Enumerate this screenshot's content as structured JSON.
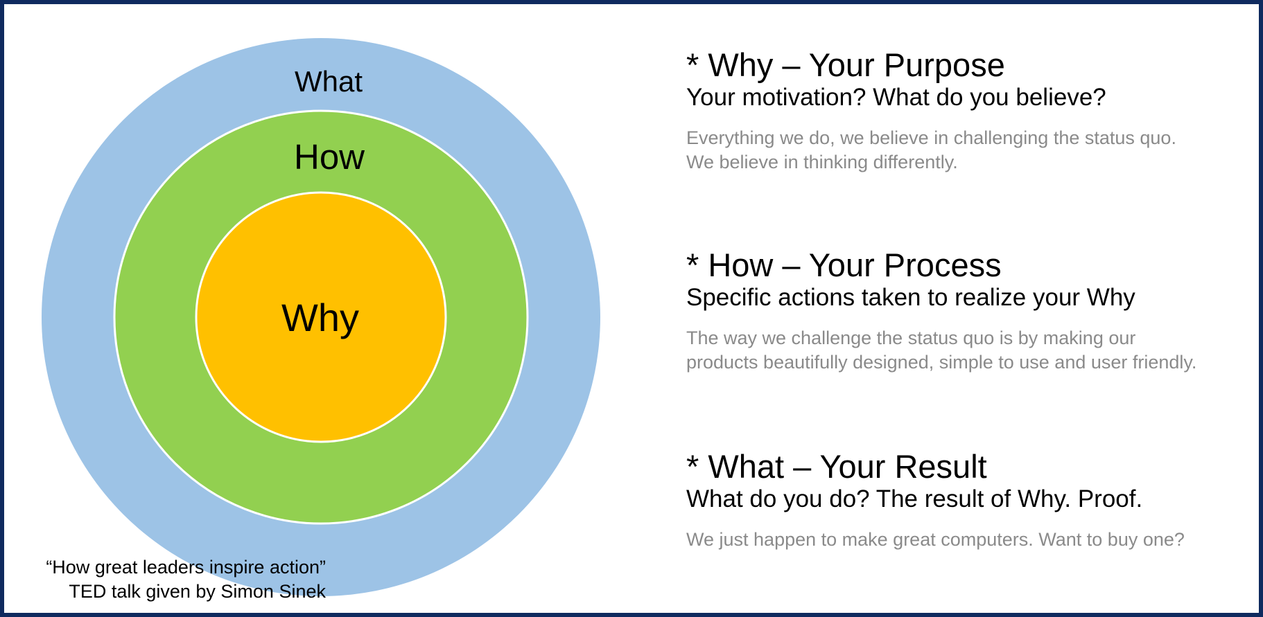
{
  "colors": {
    "border": "#0f2a5f",
    "outer_ring": "#9dc3e6",
    "middle_ring": "#92d050",
    "inner_circle": "#ffc000",
    "ring_stroke": "#ffffff",
    "body_text": "#8a8a8a"
  },
  "diagram": {
    "outer_label": "What",
    "middle_label": "How",
    "inner_label": "Why"
  },
  "caption": {
    "line1": "“How great leaders inspire action”",
    "line2": "TED talk given by Simon Sinek"
  },
  "panels": [
    {
      "title": "* Why – Your Purpose",
      "subtitle": "Your motivation? What do you believe?",
      "body": [
        "Everything we do, we believe in challenging the status quo.",
        "We believe in thinking differently."
      ]
    },
    {
      "title": "* How – Your Process",
      "subtitle": "Specific actions taken to realize your Why",
      "body": [
        "The way we challenge the status quo is by making our",
        "products beautifully designed, simple to use and user friendly."
      ]
    },
    {
      "title": "* What – Your Result",
      "subtitle": "What do you do? The result of Why. Proof.",
      "body": [
        "We just happen to make great computers. Want to buy one?"
      ]
    }
  ]
}
